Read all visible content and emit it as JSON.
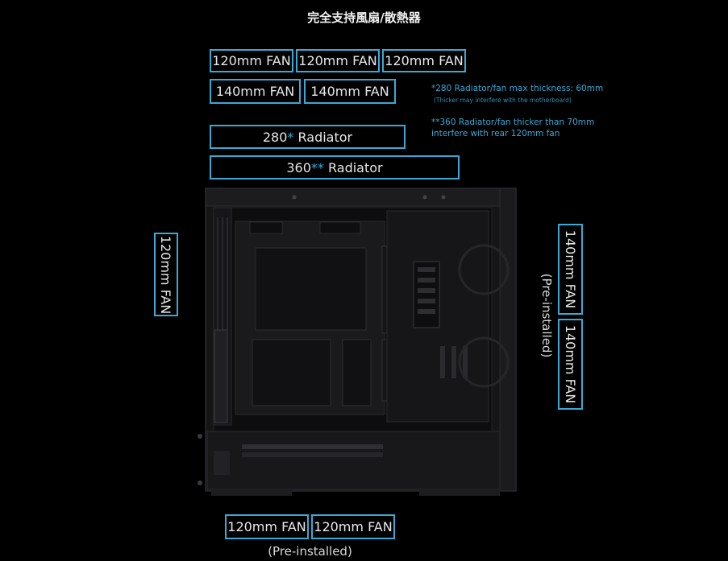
{
  "title": "完全支持風扇/散熱器",
  "top_fans": [
    "120mm FAN",
    "120mm FAN",
    "120mm FAN"
  ],
  "top_fans_140": [
    "140mm FAN",
    "140mm FAN"
  ],
  "radiator_280": {
    "value": "280",
    "mark": "*",
    "label": " Radiator"
  },
  "radiator_360": {
    "value": "360",
    "mark": "**",
    "label": " Radiator"
  },
  "notes": {
    "note1": "*280 Radiator/fan max thickness: 60mm",
    "note1_sub": "(Thicker may interfere with the motherboard)",
    "note2_line1": "**360 Radiator/fan thicker than 70mm",
    "note2_line2": "interfere with rear 120mm fan"
  },
  "rear_fan": "120mm FAN",
  "front_fans": [
    "140mm FAN",
    "140mm FAN"
  ],
  "front_preinstalled": "(Pre-installed)",
  "bottom_fans": [
    "120mm FAN",
    "120mm FAN"
  ],
  "bottom_preinstalled": "(Pre-installed)",
  "colors": {
    "accent": "#3aa9d6",
    "background": "#000000",
    "case": "#1a1a1c"
  }
}
